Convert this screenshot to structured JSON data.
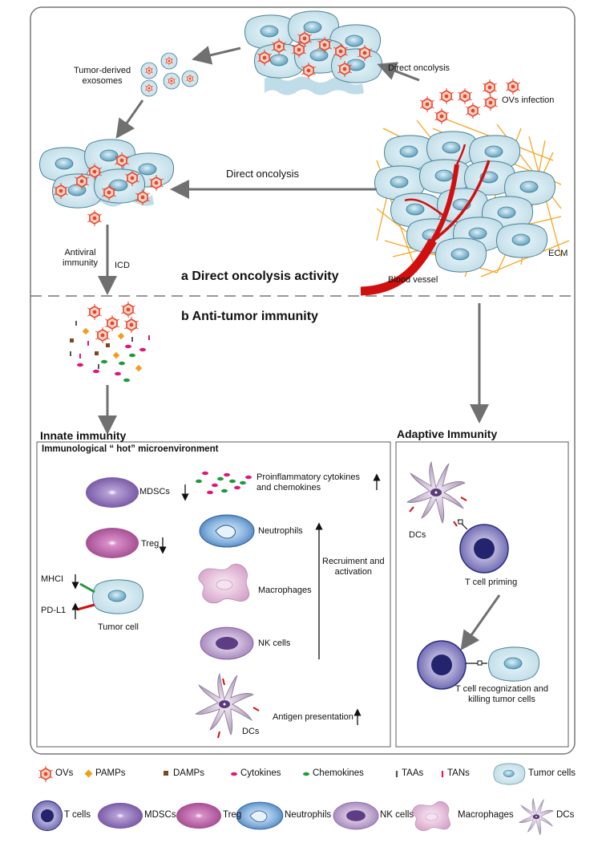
{
  "top": {
    "tumor_derived_exosomes": "Tumor-derived\nexosomes",
    "direct_oncolysis_top": "Direct oncolysis",
    "ovs_infection": "OVs infection",
    "direct_oncolysis_mid": "Direct oncolysis",
    "antiviral_immunity": "Antiviral\nimmunity",
    "icd": "ICD",
    "ecm": "ECM",
    "blood_vessel": "Blood vessel",
    "section_a_title": "a Direct oncolysis activity"
  },
  "bottom": {
    "section_b_title": "b Anti-tumor immunity",
    "innate_title": "Innate immunity",
    "adaptive_title": "Adaptive Immunity",
    "hot_env_title": "Immunological “ hot”  microenvironment",
    "mdscs": "MDSCs",
    "treg": "Treg",
    "mhci": "MHCI",
    "pdl1": "PD-L1",
    "tumor_cell": "Tumor cell",
    "proinflammatory": "Proinflammatory cytokines\nand chemokines",
    "neutrophils": "Neutrophils",
    "macrophages": "Macrophages",
    "nk_cells": "NK cells",
    "recruitment": "Recruiment and\nactivation",
    "antigen_presentation": "Antigen presentation",
    "dcs": "DCs",
    "adaptive_dcs": "DCs",
    "t_cell_priming": "T cell priming",
    "t_cell_recognition": "T cell recognization and\nkilling tumor cells"
  },
  "legend": {
    "row1": [
      {
        "key": "ovs",
        "label": "OVs"
      },
      {
        "key": "pamps",
        "label": "PAMPs"
      },
      {
        "key": "damps",
        "label": "DAMPs"
      },
      {
        "key": "cytokines",
        "label": "Cytokines"
      },
      {
        "key": "chemokines",
        "label": "Chemokines"
      },
      {
        "key": "taas",
        "label": "TAAs"
      },
      {
        "key": "tans",
        "label": "TANs"
      },
      {
        "key": "tumor_cells",
        "label": "Tumor cells"
      }
    ],
    "row2": [
      {
        "key": "t_cells",
        "label": "T cells"
      },
      {
        "key": "mdscs",
        "label": "MDSCs"
      },
      {
        "key": "treg",
        "label": "Treg"
      },
      {
        "key": "neutrophils",
        "label": "Neutrophils"
      },
      {
        "key": "nk_cells",
        "label": "NK cells"
      },
      {
        "key": "macrophages",
        "label": "Macrophages"
      },
      {
        "key": "dcs",
        "label": "DCs"
      }
    ]
  },
  "colors": {
    "tumor_fill": "#cfe6ee",
    "tumor_nucleus": "#7fb6cc",
    "ov_red": "#e8442a",
    "pamp_orange": "#f39c1e",
    "damp_brown": "#7a4a1f",
    "cytokine_pink": "#e0177a",
    "chemokine_green": "#1e9a3c",
    "taa_gray": "#555555",
    "ecm_orange": "#f5a623",
    "vessel_red": "#d01010",
    "mdsc_purple": "#7b5ba8",
    "treg_magenta": "#b0559c",
    "neutrophil_blue": "#4f88c6",
    "nk_lilac": "#a987bf",
    "macrophage_pink": "#e3b8d8",
    "tcell_navy": "#2d2d7f",
    "arrow_gray": "#707070"
  }
}
